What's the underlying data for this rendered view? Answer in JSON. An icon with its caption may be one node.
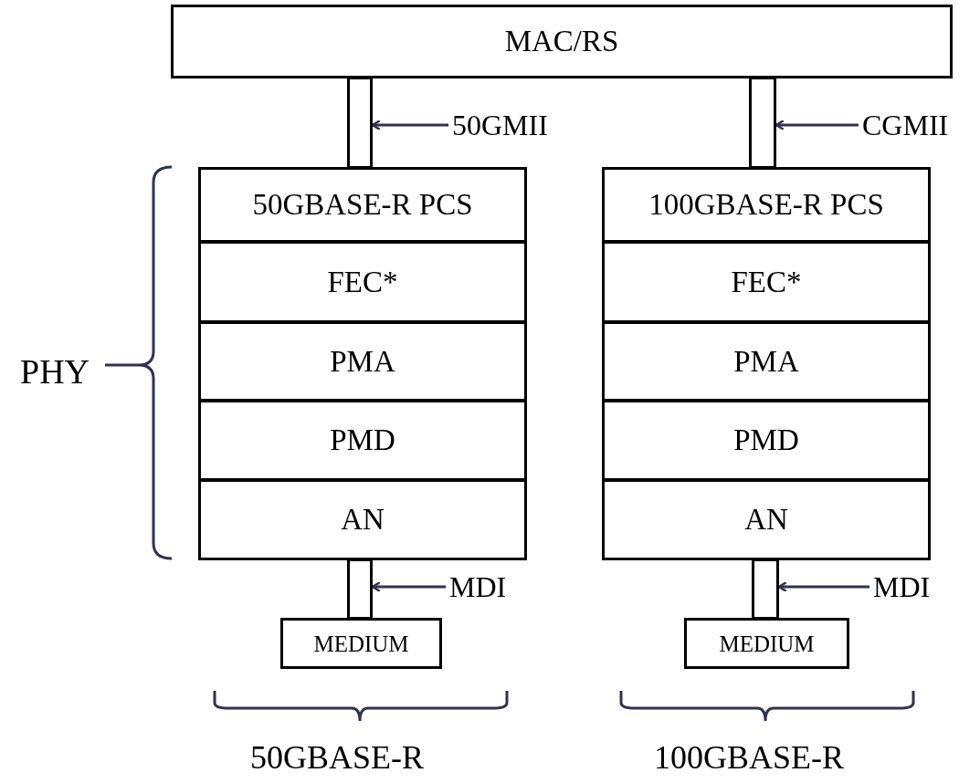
{
  "diagram": {
    "nodes": [
      {
        "text": [
          "MAC/RS"
        ]
      },
      {
        "text": [],
        "shape": "bar"
      },
      {
        "text": [],
        "shape": "bar"
      },
      {
        "text": [
          "50GMII"
        ]
      },
      {
        "text": [
          "CGMII"
        ]
      },
      {
        "text": [
          "50GBASE-R PCS"
        ]
      },
      {
        "text": [
          "FEC*"
        ]
      },
      {
        "text": [
          "PMA"
        ]
      },
      {
        "text": [
          "PMD"
        ]
      },
      {
        "text": [
          "AN"
        ]
      },
      {
        "text": [
          "100GBASE-R PCS"
        ]
      },
      {
        "text": [
          "FEC*"
        ]
      },
      {
        "text": [
          "PMA"
        ]
      },
      {
        "text": [
          "PMD"
        ]
      },
      {
        "text": [
          "AN"
        ]
      },
      {
        "text": [],
        "shape": "bar"
      },
      {
        "text": [
          "MDI"
        ]
      },
      {
        "text": [
          "MEDIUM"
        ]
      },
      {
        "text": [],
        "shape": "bar"
      },
      {
        "text": [
          "MDI"
        ]
      },
      {
        "text": [
          "MEDIUM"
        ]
      }
    ],
    "edges": [
      {
        "from": 3,
        "to": 1,
        "arrow": "to"
      },
      {
        "from": 4,
        "to": 2,
        "arrow": "to"
      },
      {
        "from": 16,
        "to": 15,
        "arrow": "to"
      },
      {
        "from": 19,
        "to": 18,
        "arrow": "to"
      }
    ],
    "labels": [
      "PHY",
      "50GBASE-R",
      "100GBASE-R"
    ]
  }
}
